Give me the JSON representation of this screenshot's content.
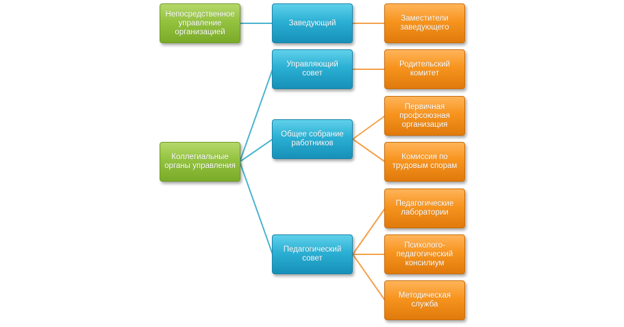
{
  "nodes": {
    "direct_management": "Непосредственное\nуправление\nорганизацией",
    "head": "Заведующий",
    "deputies": "Заместители\nзаведующего",
    "collegial_bodies": "Коллегиальные\nорганы управления",
    "governing_council": "Управляющий\nсовет",
    "parent_committee": "Родительский\nкомитет",
    "general_meeting": "Общее собрание\nработников",
    "trade_union": "Первичная\nпрофсоюзная\nорганизация",
    "labor_disputes": "Комиссия по\nтрудовым спорам",
    "pedagogical_council": "Педагогический\nсовет",
    "pedagogical_labs": "Педагогические\nлаборатории",
    "psych_council": "Психолого-\nпедагогический\nконсилиум",
    "methodical_service": "Методическая\nслужба"
  },
  "colors": {
    "level1": "#93c23f",
    "level2": "#2bb0d4",
    "level3": "#f7941e",
    "connector_level1": "#4ab4cf",
    "connector_level2": "#f5a04a"
  }
}
